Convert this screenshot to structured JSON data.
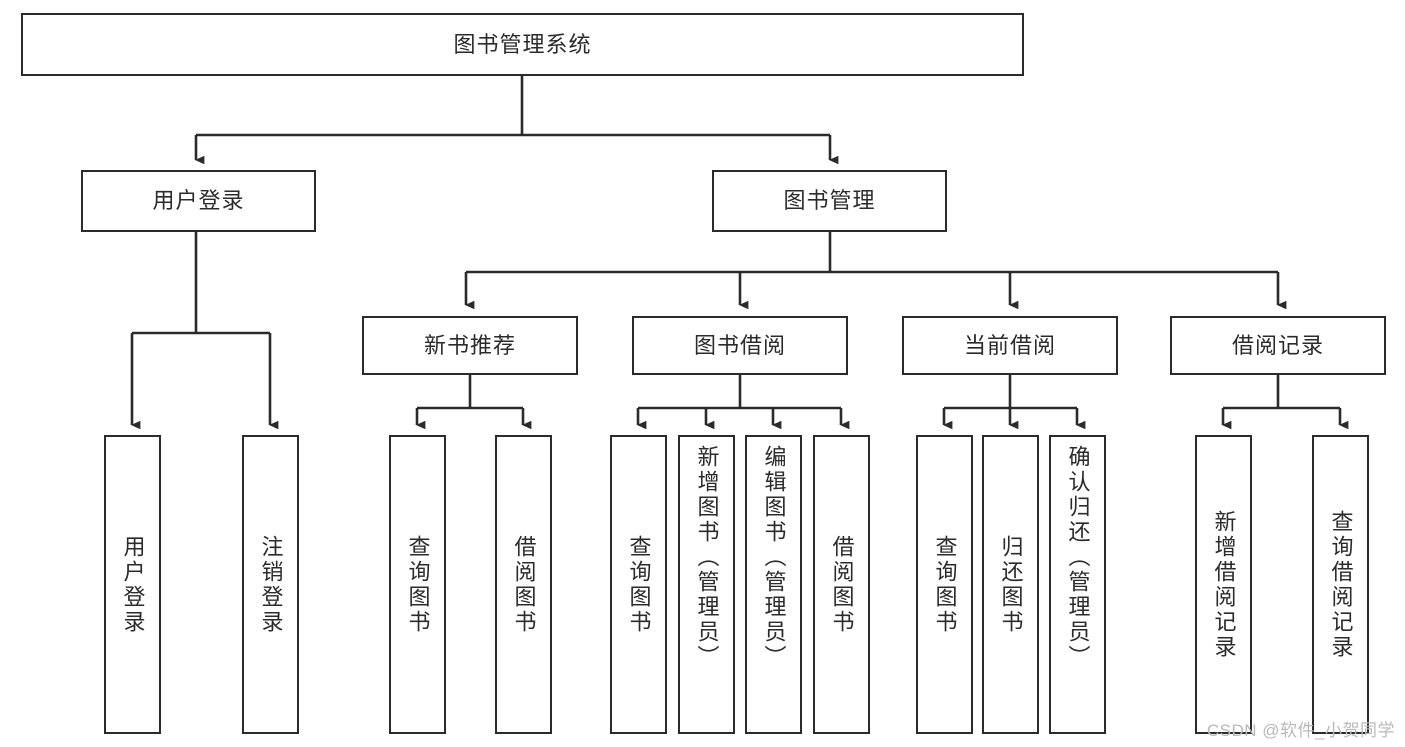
{
  "diagram": {
    "type": "tree-hierarchy",
    "title": "图书管理系统",
    "root": {
      "id": "root",
      "label": "图书管理系统",
      "orientation": "horizontal"
    },
    "level2": [
      {
        "id": "user-login",
        "label": "用户登录",
        "orientation": "horizontal"
      },
      {
        "id": "book-manage",
        "label": "图书管理",
        "orientation": "horizontal"
      }
    ],
    "level3": [
      {
        "id": "new-book-recommend",
        "label": "新书推荐",
        "orientation": "horizontal",
        "parent": "book-manage"
      },
      {
        "id": "book-borrow",
        "label": "图书借阅",
        "orientation": "horizontal",
        "parent": "book-manage"
      },
      {
        "id": "current-borrow",
        "label": "当前借阅",
        "orientation": "horizontal",
        "parent": "book-manage"
      },
      {
        "id": "borrow-record",
        "label": "借阅记录",
        "orientation": "horizontal",
        "parent": "book-manage"
      }
    ],
    "leaves": [
      {
        "id": "leaf-user-login",
        "label": "用户登录",
        "parent": "user-login"
      },
      {
        "id": "leaf-logout",
        "label": "注销登录",
        "parent": "user-login"
      },
      {
        "id": "leaf-query-book-1",
        "label": "查询图书",
        "parent": "new-book-recommend"
      },
      {
        "id": "leaf-borrow-book-1",
        "label": "借阅图书",
        "parent": "new-book-recommend"
      },
      {
        "id": "leaf-query-book-2",
        "label": "查询图书",
        "parent": "book-borrow"
      },
      {
        "id": "leaf-add-book",
        "label": "新增图书（管理员）",
        "parent": "book-borrow"
      },
      {
        "id": "leaf-edit-book",
        "label": "编辑图书（管理员）",
        "parent": "book-borrow"
      },
      {
        "id": "leaf-borrow-book-2",
        "label": "借阅图书",
        "parent": "book-borrow"
      },
      {
        "id": "leaf-query-book-3",
        "label": "查询图书",
        "parent": "current-borrow"
      },
      {
        "id": "leaf-return-book",
        "label": "归还图书",
        "parent": "current-borrow"
      },
      {
        "id": "leaf-confirm-return",
        "label": "确认归还（管理员）",
        "parent": "current-borrow"
      },
      {
        "id": "leaf-add-record",
        "label": "新增借阅记录",
        "parent": "borrow-record"
      },
      {
        "id": "leaf-query-record",
        "label": "查询借阅记录",
        "parent": "borrow-record"
      }
    ],
    "colors": {
      "stroke": "#2b2b2b",
      "background": "#ffffff",
      "text": "#2b2b2b",
      "watermark": "#b9b9b9"
    }
  },
  "watermark": {
    "text": "CSDN @软件_小贺同学"
  }
}
